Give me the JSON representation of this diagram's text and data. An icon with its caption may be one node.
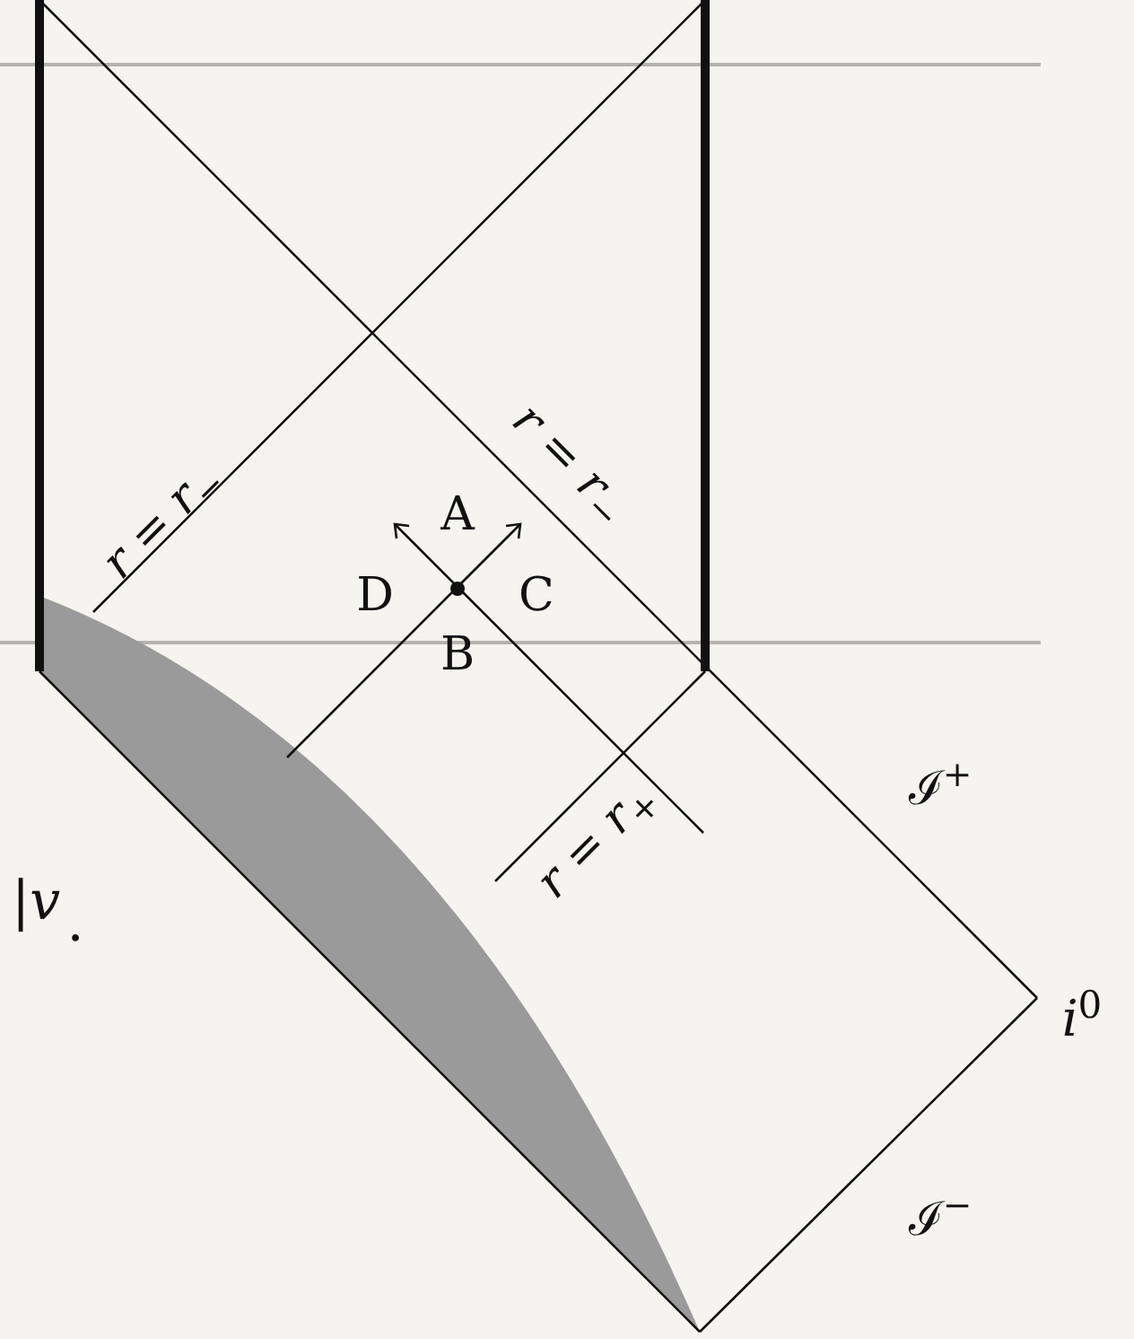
{
  "diagram": {
    "labels": [
      "*r* = *r*$_{−}$",
      "*r* = *r*$_{−}$",
      "A",
      "D",
      "C",
      "B",
      "*r* = *r*$_{+}$",
      "ℐ$^{+}$",
      "|*v*",
      ".",
      "*i*$^{0}$",
      "ℐ$^{−}$"
    ]
  }
}
